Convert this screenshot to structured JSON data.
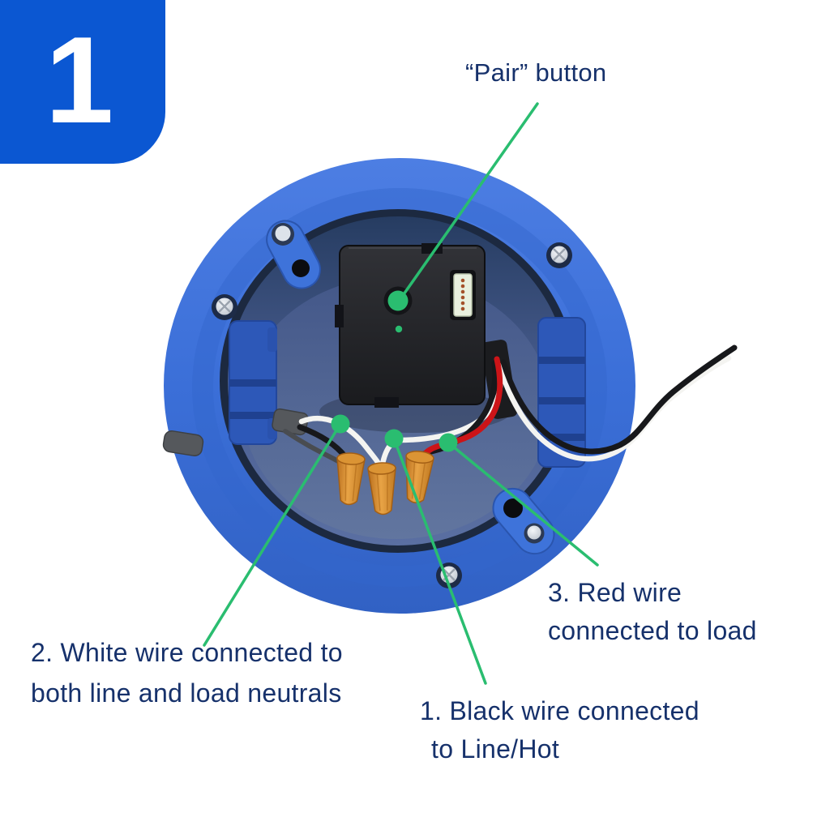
{
  "step_badge": {
    "number": "1"
  },
  "labels": {
    "pair": {
      "text": "“Pair” button"
    },
    "black_wire": {
      "line1": "1. Black wire connected",
      "line2": "to Line/Hot"
    },
    "white_wire": {
      "line1": "2. White wire connected to",
      "line2": "both line and load neutrals"
    },
    "red_wire": {
      "line1": "3. Red wire",
      "line2": "connected to load"
    }
  },
  "colors": {
    "badge-blue": "#0b57d2",
    "ring-blue": "#3b70d8",
    "inner-blue": "#4a5f93",
    "navy-text": "#16316b",
    "green": "#2abd70",
    "wire-black": "#17181b",
    "wire-white": "#f4f4f1",
    "wire-red": "#cc1418",
    "nut-orange": "#d98d2e",
    "device-black": "#202125",
    "cable-gray": "#55585c",
    "screw-silver": "#dde3ea"
  }
}
